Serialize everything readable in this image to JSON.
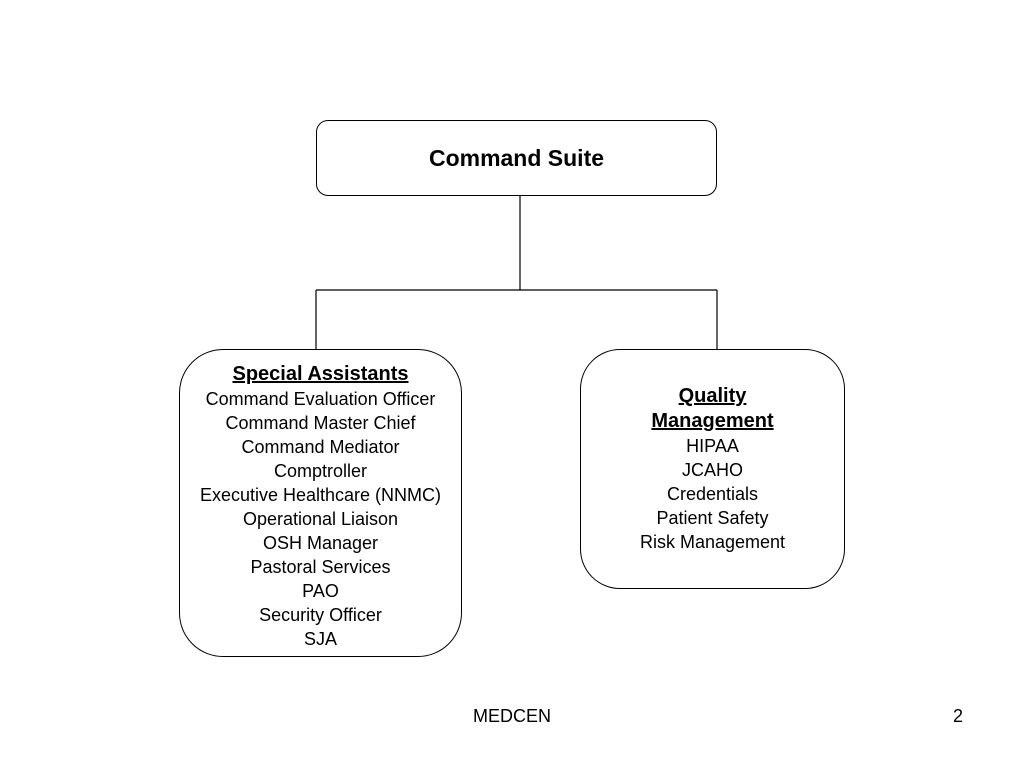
{
  "top": {
    "title": "Command Suite"
  },
  "left": {
    "heading": "Special Assistants",
    "items": [
      "Command Evaluation Officer",
      "Command Master Chief",
      "Command Mediator",
      "Comptroller",
      "Executive Healthcare (NNMC)",
      "Operational Liaison",
      "OSH Manager",
      "Pastoral Services",
      "PAO",
      "Security Officer",
      "SJA"
    ]
  },
  "right": {
    "heading": "Quality Management",
    "items": [
      "HIPAA",
      "JCAHO",
      "Credentials",
      "Patient Safety",
      "Risk Management"
    ]
  },
  "footer": {
    "center": "MEDCEN",
    "page": "2"
  }
}
